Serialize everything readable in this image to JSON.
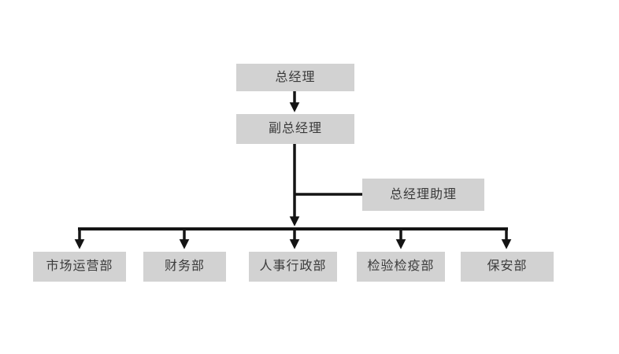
{
  "org_chart": {
    "type": "org-chart",
    "nodes": [
      {
        "id": "gm",
        "label": "总经理",
        "parent": null
      },
      {
        "id": "dgm",
        "label": "副总经理",
        "parent": "gm"
      },
      {
        "id": "assist",
        "label": "总经理助理",
        "parent": "dgm"
      },
      {
        "id": "dept-0",
        "label": "市场运营部",
        "parent": "dgm"
      },
      {
        "id": "dept-1",
        "label": "财务部",
        "parent": "dgm"
      },
      {
        "id": "dept-2",
        "label": "人事行政部",
        "parent": "dgm"
      },
      {
        "id": "dept-3",
        "label": "检验检疫部",
        "parent": "dgm"
      },
      {
        "id": "dept-4",
        "label": "保安部",
        "parent": "dgm"
      }
    ],
    "colors": {
      "node_fill": "#d2d2d2",
      "node_text": "#3b3b3b",
      "connector": "#141414",
      "background": "#ffffff"
    }
  }
}
